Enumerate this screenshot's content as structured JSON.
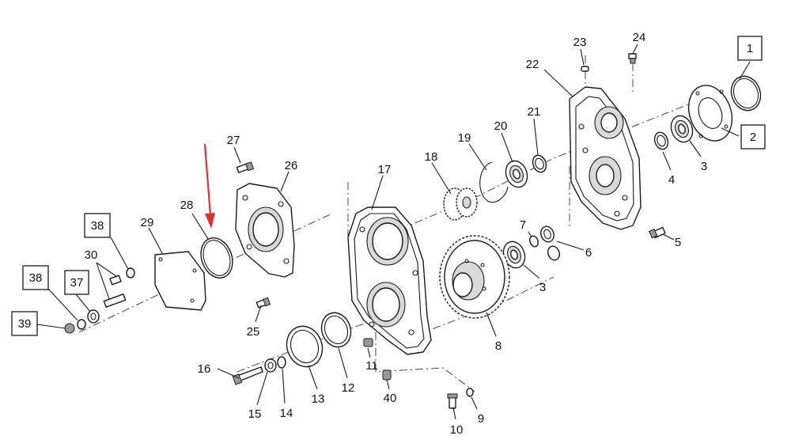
{
  "callouts": [
    {
      "id": "c1",
      "label": "1",
      "boxed": true
    },
    {
      "id": "c2",
      "label": "2",
      "boxed": true
    },
    {
      "id": "c3a",
      "label": "3",
      "boxed": false
    },
    {
      "id": "c3b",
      "label": "3",
      "boxed": false
    },
    {
      "id": "c4",
      "label": "4",
      "boxed": false
    },
    {
      "id": "c5",
      "label": "5",
      "boxed": false
    },
    {
      "id": "c6",
      "label": "6",
      "boxed": false
    },
    {
      "id": "c7",
      "label": "7",
      "boxed": false
    },
    {
      "id": "c8",
      "label": "8",
      "boxed": false
    },
    {
      "id": "c9",
      "label": "9",
      "boxed": false
    },
    {
      "id": "c10",
      "label": "10",
      "boxed": false
    },
    {
      "id": "c11",
      "label": "11",
      "boxed": false
    },
    {
      "id": "c12",
      "label": "12",
      "boxed": false
    },
    {
      "id": "c13",
      "label": "13",
      "boxed": false
    },
    {
      "id": "c14",
      "label": "14",
      "boxed": false
    },
    {
      "id": "c15",
      "label": "15",
      "boxed": false
    },
    {
      "id": "c16",
      "label": "16",
      "boxed": false
    },
    {
      "id": "c17",
      "label": "17",
      "boxed": false
    },
    {
      "id": "c18",
      "label": "18",
      "boxed": false
    },
    {
      "id": "c19",
      "label": "19",
      "boxed": false
    },
    {
      "id": "c20",
      "label": "20",
      "boxed": false
    },
    {
      "id": "c21",
      "label": "21",
      "boxed": false
    },
    {
      "id": "c22",
      "label": "22",
      "boxed": false
    },
    {
      "id": "c23",
      "label": "23",
      "boxed": false
    },
    {
      "id": "c24",
      "label": "24",
      "boxed": false
    },
    {
      "id": "c25",
      "label": "25",
      "boxed": false
    },
    {
      "id": "c26",
      "label": "26",
      "boxed": false
    },
    {
      "id": "c27",
      "label": "27",
      "boxed": false
    },
    {
      "id": "c28",
      "label": "28",
      "boxed": false
    },
    {
      "id": "c29",
      "label": "29",
      "boxed": false
    },
    {
      "id": "c30",
      "label": "30",
      "boxed": false
    },
    {
      "id": "c37",
      "label": "37",
      "boxed": true
    },
    {
      "id": "c38a",
      "label": "38",
      "boxed": true
    },
    {
      "id": "c38b",
      "label": "38",
      "boxed": true
    },
    {
      "id": "c39",
      "label": "39",
      "boxed": true
    },
    {
      "id": "c40",
      "label": "40",
      "boxed": false
    }
  ],
  "colors": {
    "highlight_arrow": "#d9342b",
    "line": "#1a1a1a",
    "background": "#ffffff"
  },
  "highlight": {
    "target_part": "28",
    "icon": "down-arrow-icon"
  }
}
